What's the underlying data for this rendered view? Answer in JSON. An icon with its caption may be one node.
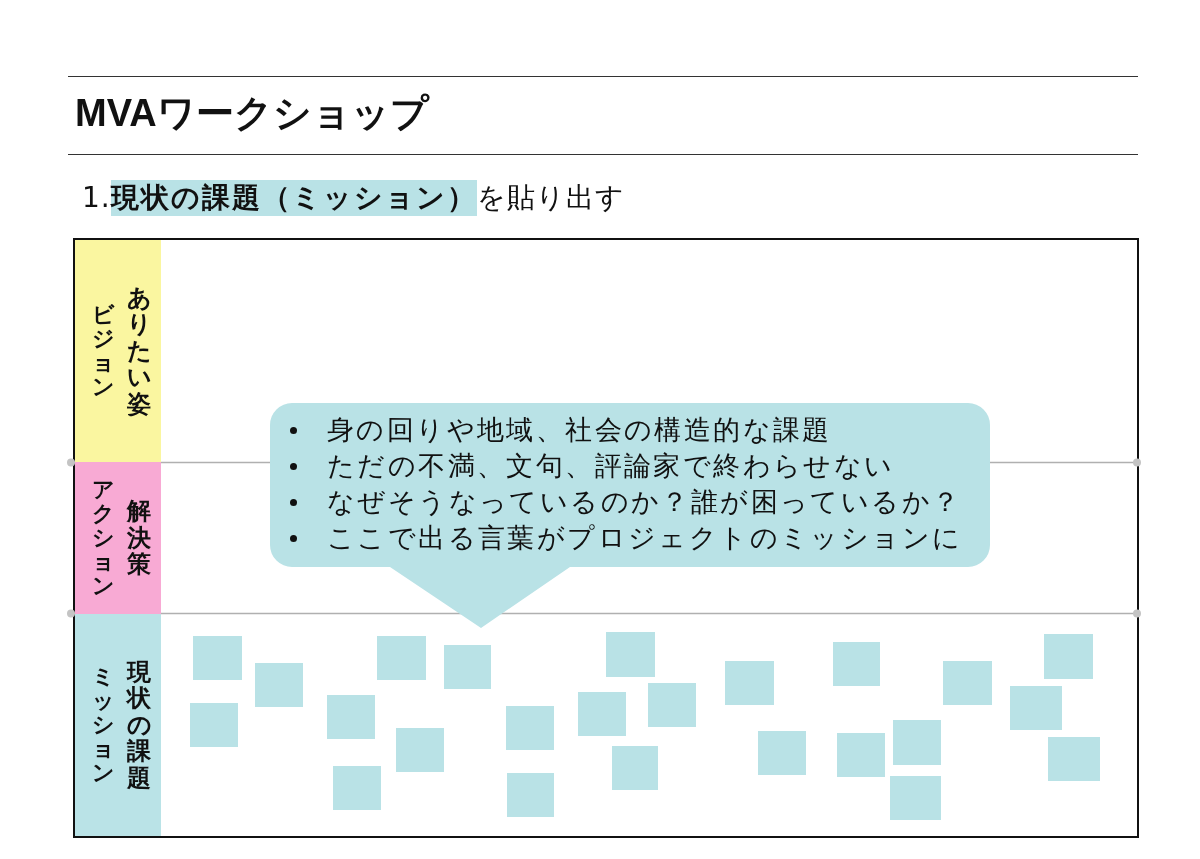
{
  "diagram": {
    "title": "MVAワークショップ",
    "nodes": [
      {
        "text": [],
        "shape": "box"
      },
      {
        "text": [
          "ビジョン",
          "ありたい姿"
        ],
        "in": 0
      },
      {
        "text": [
          "アクション",
          "解決策"
        ],
        "in": 0
      },
      {
        "text": [
          "ミッション",
          "現状の課題"
        ],
        "in": 0
      },
      {
        "text": [
          "身の回りや地域、社会の構造的な課題",
          "ただの不満、文句、評論家で終わらせない",
          "なぜそうなっているのか？誰が困っているか？",
          "ここで出る言葉がプロジェクトのミッションに"
        ],
        "in": 0
      },
      {
        "text": [],
        "shape": "box",
        "in": 0
      },
      {
        "text": [],
        "shape": "box",
        "in": 0
      },
      {
        "text": [],
        "shape": "box",
        "in": 0
      },
      {
        "text": [],
        "shape": "box",
        "in": 0
      },
      {
        "text": [],
        "shape": "box",
        "in": 0
      },
      {
        "text": [],
        "shape": "box",
        "in": 0
      },
      {
        "text": [],
        "shape": "box",
        "in": 0
      },
      {
        "text": [],
        "shape": "box",
        "in": 0
      },
      {
        "text": [],
        "shape": "box",
        "in": 0
      },
      {
        "text": [],
        "shape": "box",
        "in": 0
      },
      {
        "text": [],
        "shape": "box",
        "in": 0
      },
      {
        "text": [],
        "shape": "box",
        "in": 0
      },
      {
        "text": [],
        "shape": "box",
        "in": 0
      },
      {
        "text": [],
        "shape": "box",
        "in": 0
      },
      {
        "text": [],
        "shape": "box",
        "in": 0
      },
      {
        "text": [],
        "shape": "box",
        "in": 0
      },
      {
        "text": [],
        "shape": "box",
        "in": 0
      },
      {
        "text": [],
        "shape": "box",
        "in": 0
      },
      {
        "text": [],
        "shape": "box",
        "in": 0
      },
      {
        "text": [],
        "shape": "box",
        "in": 0
      },
      {
        "text": [],
        "shape": "box",
        "in": 0
      },
      {
        "text": [],
        "shape": "box",
        "in": 0
      },
      {
        "text": [],
        "shape": "box",
        "in": 0
      },
      {
        "text": [],
        "shape": "box",
        "in": 0
      }
    ],
    "labels": [
      "1.**現状の課題（ミッション）**を貼り出す"
    ]
  }
}
